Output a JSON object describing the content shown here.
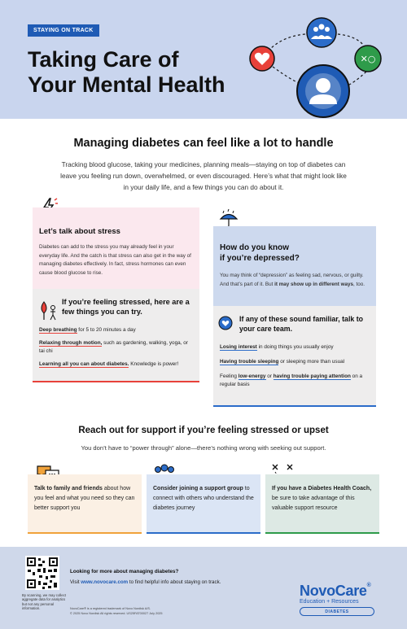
{
  "header": {
    "tag": "STAYING ON TRACK",
    "title_line1": "Taking Care of",
    "title_line2": "Your Mental Health"
  },
  "intro": {
    "heading": "Managing diabetes can feel like a lot to handle",
    "body": "Tracking blood glucose, taking your medicines, planning meals—staying on top of diabetes can leave you feeling run down, overwhelmed, or even discouraged. Here’s what that might look like in your daily life, and a few things you can do about it."
  },
  "stress": {
    "heading": "Let’s talk about stress",
    "body": "Diabetes can add to the stress you may already feel in your everyday life. And the catch is that stress can also get in the way of managing diabetes effectively. In fact, stress hormones can even cause blood glucose to rise.",
    "tips_heading": "If you’re feeling stressed, here are a few things you can try.",
    "tips": [
      {
        "bold": "Deep breathing",
        "rest": " for 5 to 20 minutes a day"
      },
      {
        "bold": "Relaxing through motion,",
        "rest": " such as gardening, walking, yoga, or tai chi"
      },
      {
        "bold": "Learning all you can about diabetes.",
        "rest": " Knowledge is power!"
      }
    ]
  },
  "depression": {
    "heading_line1": "How do you know",
    "heading_line2": "if you’re depressed?",
    "body_part1": "You may think of “depression” as feeling sad, nervous, or guilty. And that’s part of it. But ",
    "body_bold": "it may show up in different ways",
    "body_part2": ", too.",
    "care_heading": "If any of these sound familiar, talk to your care team.",
    "signs": [
      {
        "bold": "Losing interest",
        "rest": " in doing things you usually enjoy"
      },
      {
        "bold": "Having trouble sleeping",
        "rest": " or sleeping more than usual"
      }
    ],
    "sign3_pre": "Feeling ",
    "sign3_bold1": "low-energy",
    "sign3_mid": " or ",
    "sign3_bold2": "having trouble paying attention",
    "sign3_post": " on a regular basis"
  },
  "support": {
    "heading": "Reach out for support if you’re feeling stressed or upset",
    "sub": "You don’t have to “power through” alone—there’s nothing wrong with seeking out support.",
    "boxes": [
      {
        "bold": "Talk to family and friends",
        "rest": " about how you feel and what you need so they can better support you"
      },
      {
        "bold": "Consider joining a support group",
        "rest": " to connect with others who understand the diabetes journey"
      },
      {
        "bold": "If you have a Diabetes Health Coach,",
        "rest": " be sure to take advantage of this valuable support resource"
      }
    ]
  },
  "footer": {
    "qr_note": "By scanning, we may collect aggregate data for analytics but not any personal information.",
    "heading": "Looking for more about managing diabetes?",
    "text_pre": "Visit ",
    "link": "www.novocare.com",
    "text_post": " to find helpful info about staying on track.",
    "fine1": "NovoCare® is a registered trademark of Novo Nordisk A/S.",
    "fine2": "© 2025 Novo Nordisk All rights reserved. US25FAT00027 July 2025",
    "logo_name": "NovoCare",
    "logo_reg": "®",
    "logo_sub": "Education + Resources",
    "logo_badge": "DIABETES"
  },
  "colors": {
    "header_bg": "#c9d5ee",
    "brand_blue": "#1f5bb5",
    "accent_red": "#e8413a",
    "accent_orange": "#f0a23a",
    "accent_green": "#2e9b4a"
  },
  "icons": [
    "heart-icon",
    "people-group-icon",
    "strategy-icon",
    "user-avatar-icon",
    "lightning-icon",
    "umbrella-rain-icon",
    "tree-person-icon",
    "heart-chat-icon",
    "speech-bubbles-icon",
    "support-group-icon",
    "coach-play-icon",
    "qr-code"
  ]
}
